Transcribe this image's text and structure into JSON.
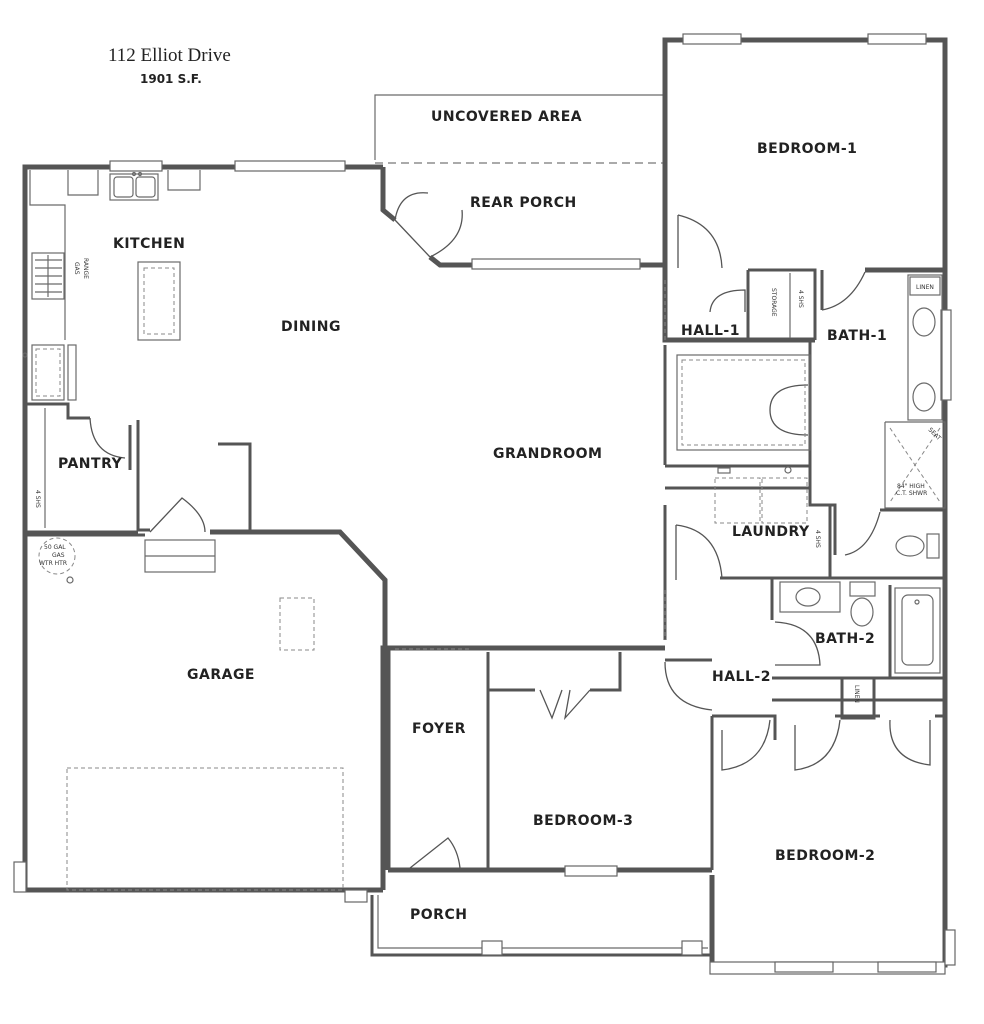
{
  "title": "112 Elliot Drive",
  "area": "1901 S.F.",
  "rooms": {
    "uncovered_area": "UNCOVERED AREA",
    "rear_porch": "REAR PORCH",
    "bedroom_1": "BEDROOM-1",
    "kitchen": "KITCHEN",
    "dining": "DINING",
    "hall_1": "HALL-1",
    "bath_1": "BATH-1",
    "grandroom": "GRANDROOM",
    "pantry": "PANTRY",
    "laundry": "LAUNDRY",
    "garage": "GARAGE",
    "bath_2": "BATH-2",
    "hall_2": "HALL-2",
    "foyer": "FOYER",
    "bedroom_3": "BEDROOM-3",
    "bedroom_2": "BEDROOM-2",
    "porch": "PORCH"
  },
  "annotations": {
    "gas_range_1": "GAS",
    "gas_range_2": "RANGE",
    "storage": "STORAGE",
    "shelves_storage": "4 SHS",
    "linen_bath1": "LINEN",
    "shower_1": "84\" HIGH",
    "shower_2": "C.T. SHWR",
    "seat": "SEAT",
    "shelves_pantry": "4 SHS",
    "shelves_laundry": "4 SHS",
    "water_heater_1": "50 GAL",
    "water_heater_2": "GAS",
    "water_heater_3": "WTR HTR",
    "linen_hall2": "LINEN"
  }
}
